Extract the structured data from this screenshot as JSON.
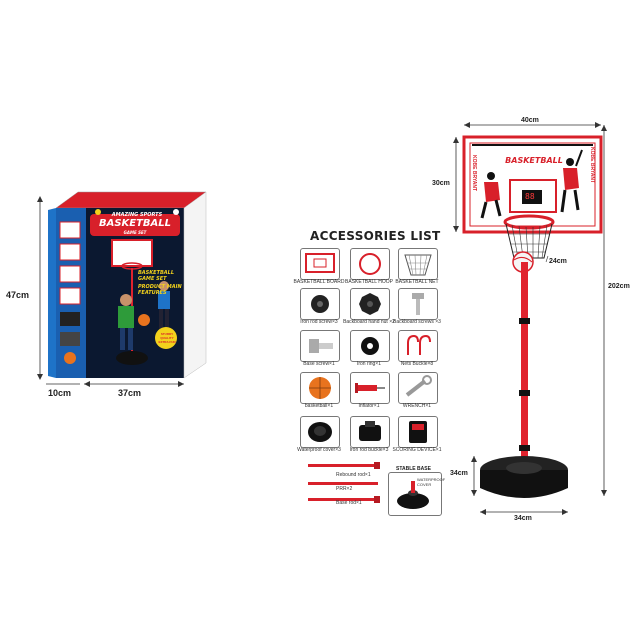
{
  "box": {
    "brand_line": "AMAZING SPORTS",
    "title": "BASKETBALL",
    "subtitle_line": "GAME SET",
    "label_game_set": "BASKETBALL GAME SET",
    "label_features": "PRODUCT MAIN FEATURES",
    "label_sticker": "STURDY QUALITY EXTRA FUN",
    "dim_height": "47cm",
    "dim_depth": "10cm",
    "dim_width": "37cm"
  },
  "accessories": {
    "title": "ACCESSORIES LIST",
    "items": [
      {
        "label": "BASKETBALL BOARD"
      },
      {
        "label": "BASKETBALL HOOP"
      },
      {
        "label": "BASKETBALL NET"
      },
      {
        "label": "Iron rod screw×3"
      },
      {
        "label": "Backboard hand nut ×2"
      },
      {
        "label": "Backboard screws ×3"
      },
      {
        "label": "Base screw×1"
      },
      {
        "label": "Iron ring×1"
      },
      {
        "label": "Nets Buckle×8"
      },
      {
        "label": "basketball×1"
      },
      {
        "label": "Inflator×1"
      },
      {
        "label": "WRENCH×1"
      },
      {
        "label": "Waterproof cover×3"
      },
      {
        "label": "Iron rod buckle×3"
      },
      {
        "label": "SCORING DEVICE×1"
      }
    ],
    "rods": [
      {
        "label": "Rebound rod×1"
      },
      {
        "label": "PRR×2"
      },
      {
        "label": "Base rod×1"
      }
    ],
    "stable_base_title": "STABLE BASE",
    "stable_base_note": "WATERPROOF COVER"
  },
  "stand": {
    "board_title": "BASKETBALL",
    "side_text_left": "KOBE BRYANT",
    "side_text_right": "KOBE BRYANT",
    "score_display": "88",
    "dim_board_width": "40cm",
    "dim_board_height": "30cm",
    "dim_hoop": "24cm",
    "dim_total_height": "202cm",
    "dim_base_height": "34cm",
    "dim_base_width": "34cm"
  },
  "colors": {
    "red": "#d8202a",
    "blue_box": "#1e73c8",
    "black": "#111111",
    "pole": "#e0232e"
  }
}
